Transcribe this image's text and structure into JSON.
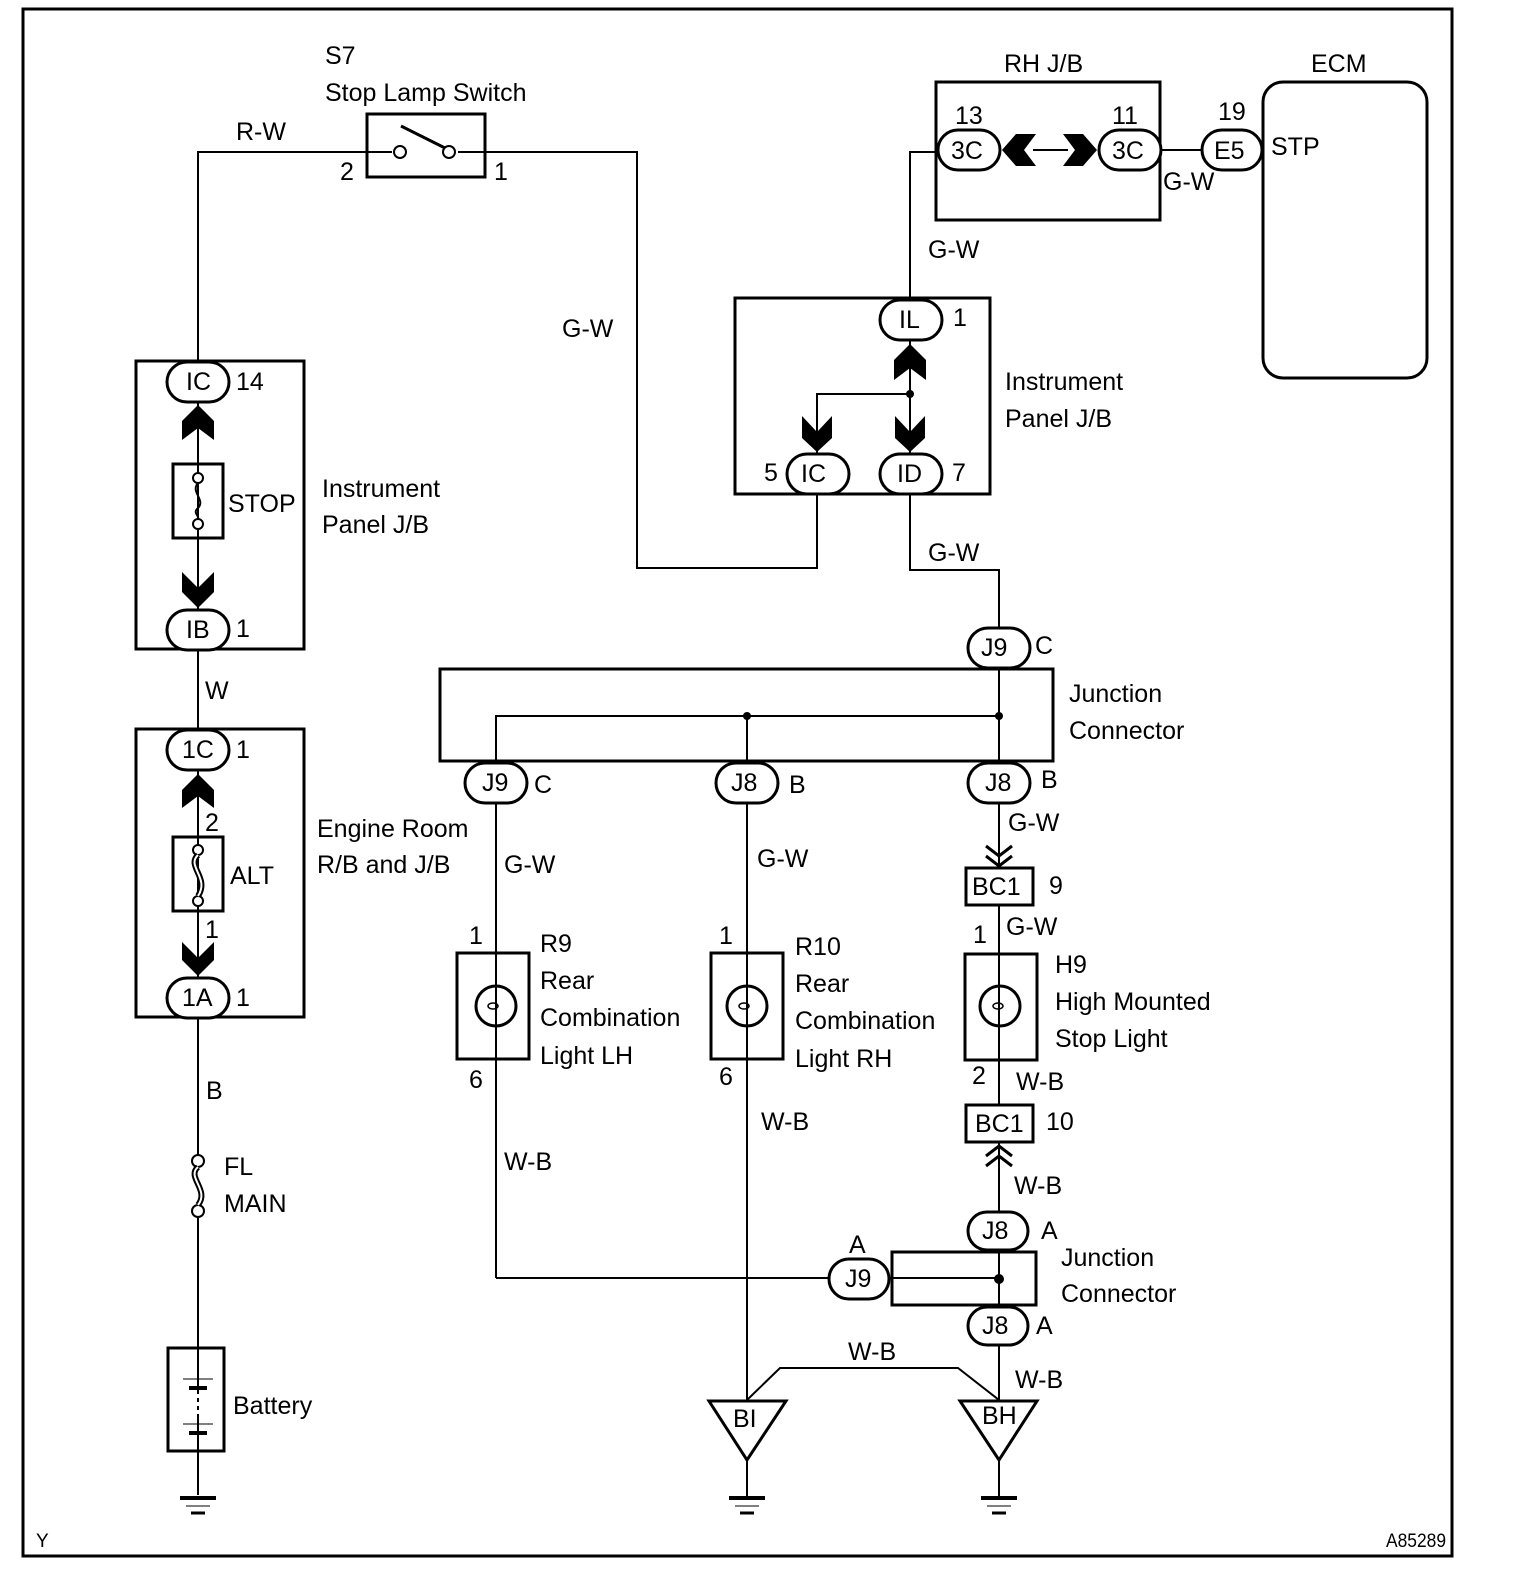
{
  "diagram": {
    "figure_id": "A85289",
    "corner_mark": "Y",
    "components": {
      "stop_lamp_switch": {
        "code": "S7",
        "name": "Stop Lamp Switch",
        "pin_left": "2",
        "pin_right": "1"
      },
      "rh_jb": {
        "name": "RH J/B",
        "left_conn": "3C",
        "left_pin": "13",
        "right_conn": "3C",
        "right_pin": "11"
      },
      "ecm": {
        "name": "ECM",
        "conn": "E5",
        "pin": "19",
        "terminal": "STP"
      },
      "ip_jb_left": {
        "name_line1": "Instrument",
        "name_line2": "Panel J/B",
        "top_conn": "IC",
        "top_pin": "14",
        "fuse": "STOP",
        "bottom_conn": "IB",
        "bottom_pin": "1"
      },
      "ip_jb_right": {
        "name_line1": "Instrument",
        "name_line2": "Panel J/B",
        "top_conn": "IL",
        "top_pin": "1",
        "left_conn": "IC",
        "left_pin": "5",
        "right_conn": "ID",
        "right_pin": "7"
      },
      "engine_room": {
        "name_line1": "Engine Room",
        "name_line2": "R/B and J/B",
        "top_conn": "1C",
        "top_pin": "1",
        "fuse": "ALT",
        "fuse_pin_top": "2",
        "fuse_pin_bottom": "1",
        "bottom_conn": "1A",
        "bottom_pin": "1"
      },
      "fl_main": {
        "line1": "FL",
        "line2": "MAIN"
      },
      "battery": {
        "name": "Battery"
      },
      "junction_upper": {
        "name_line1": "Junction",
        "name_line2": "Connector",
        "top_conn": "J9",
        "top_pin": "C",
        "bottom": [
          {
            "conn": "J9",
            "pin": "C"
          },
          {
            "conn": "J8",
            "pin": "B"
          },
          {
            "conn": "J8",
            "pin": "B"
          }
        ]
      },
      "r9": {
        "code": "R9",
        "line1": "Rear",
        "line2": "Combination",
        "line3": "Light LH",
        "pin_top": "1",
        "pin_bottom": "6"
      },
      "r10": {
        "code": "R10",
        "line1": "Rear",
        "line2": "Combination",
        "line3": "Light RH",
        "pin_top": "1",
        "pin_bottom": "6"
      },
      "h9": {
        "code": "H9",
        "line1": "High Mounted",
        "line2": "Stop Light",
        "pin_top": "1",
        "pin_bottom": "2"
      },
      "bc1_top": {
        "conn": "BC1",
        "pin": "9"
      },
      "bc1_bottom": {
        "conn": "BC1",
        "pin": "10"
      },
      "junction_lower": {
        "name_line1": "Junction",
        "name_line2": "Connector",
        "top_conn": "J8",
        "top_pin": "A",
        "left_conn": "J9",
        "left_pin": "A",
        "bottom_conn": "J8",
        "bottom_pin": "A"
      },
      "ground_bi": {
        "label": "BI"
      },
      "ground_bh": {
        "label": "BH"
      }
    },
    "wires": {
      "rw": "R-W",
      "gw_switch": "G-W",
      "gw_rhjb_ecm": "G-W",
      "gw_rhjb_ipjb": "G-W",
      "gw_ipjb_junction": "G-W",
      "w": "W",
      "b": "B",
      "gw_r9": "G-W",
      "gw_r10": "G-W",
      "gw_h9_top": "G-W",
      "gw_h9_mid": "G-W",
      "wb_h9": "W-B",
      "wb_bc1": "W-B",
      "wb_r9": "W-B",
      "wb_r10": "W-B",
      "wb_ground_link": "W-B",
      "wb_bh": "W-B"
    }
  }
}
